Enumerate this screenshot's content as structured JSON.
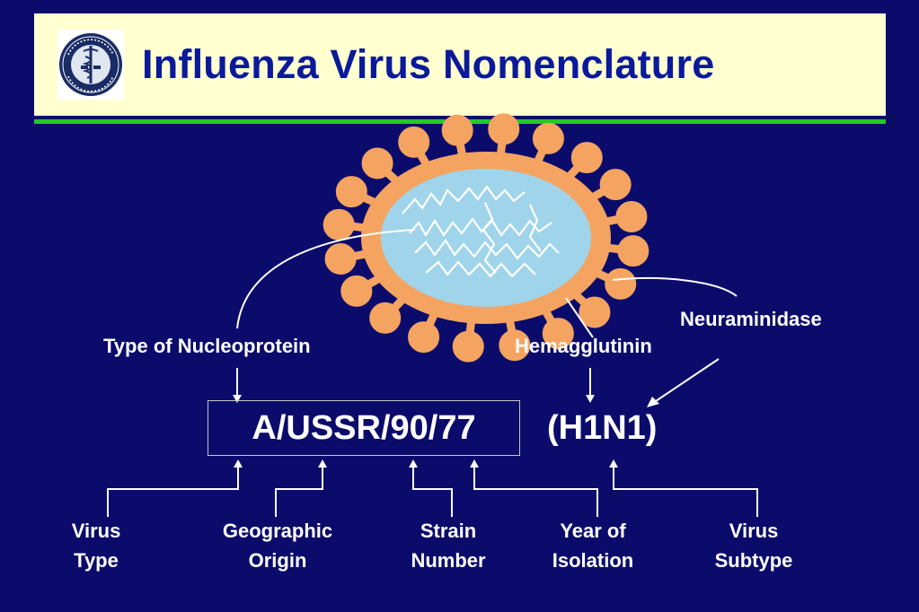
{
  "header": {
    "title": "Influenza Virus Nomenclature",
    "logo": {
      "icon": "college-seal-icon",
      "text": "BAYLOR COLLEGE OF MEDICINE · RESEARCH · EDUCATION · SERVICE"
    }
  },
  "diagram": {
    "strain_code": "A/USSR/90/77",
    "subtype_code": "(H1N1)",
    "top_labels": {
      "nucleoprotein": "Type of Nucleoprotein",
      "hemagglutinin": "Hemagglutinin",
      "neuraminidase": "Neuraminidase"
    },
    "bottom_labels": [
      {
        "line1": "Virus",
        "line2": "Type"
      },
      {
        "line1": "Geographic",
        "line2": "Origin"
      },
      {
        "line1": "Strain",
        "line2": "Number"
      },
      {
        "line1": "Year of",
        "line2": "Isolation"
      },
      {
        "line1": "Virus",
        "line2": "Subtype"
      }
    ],
    "virus_illustration": {
      "icon": "virus-particle-icon"
    }
  },
  "colors": {
    "background": "#0b0b6b",
    "title_panel": "#ffffd0",
    "title_text": "#0a1a9a",
    "rule": "#22cc22",
    "virus_envelope": "#f4a460",
    "virus_core": "#9fd4ea"
  }
}
